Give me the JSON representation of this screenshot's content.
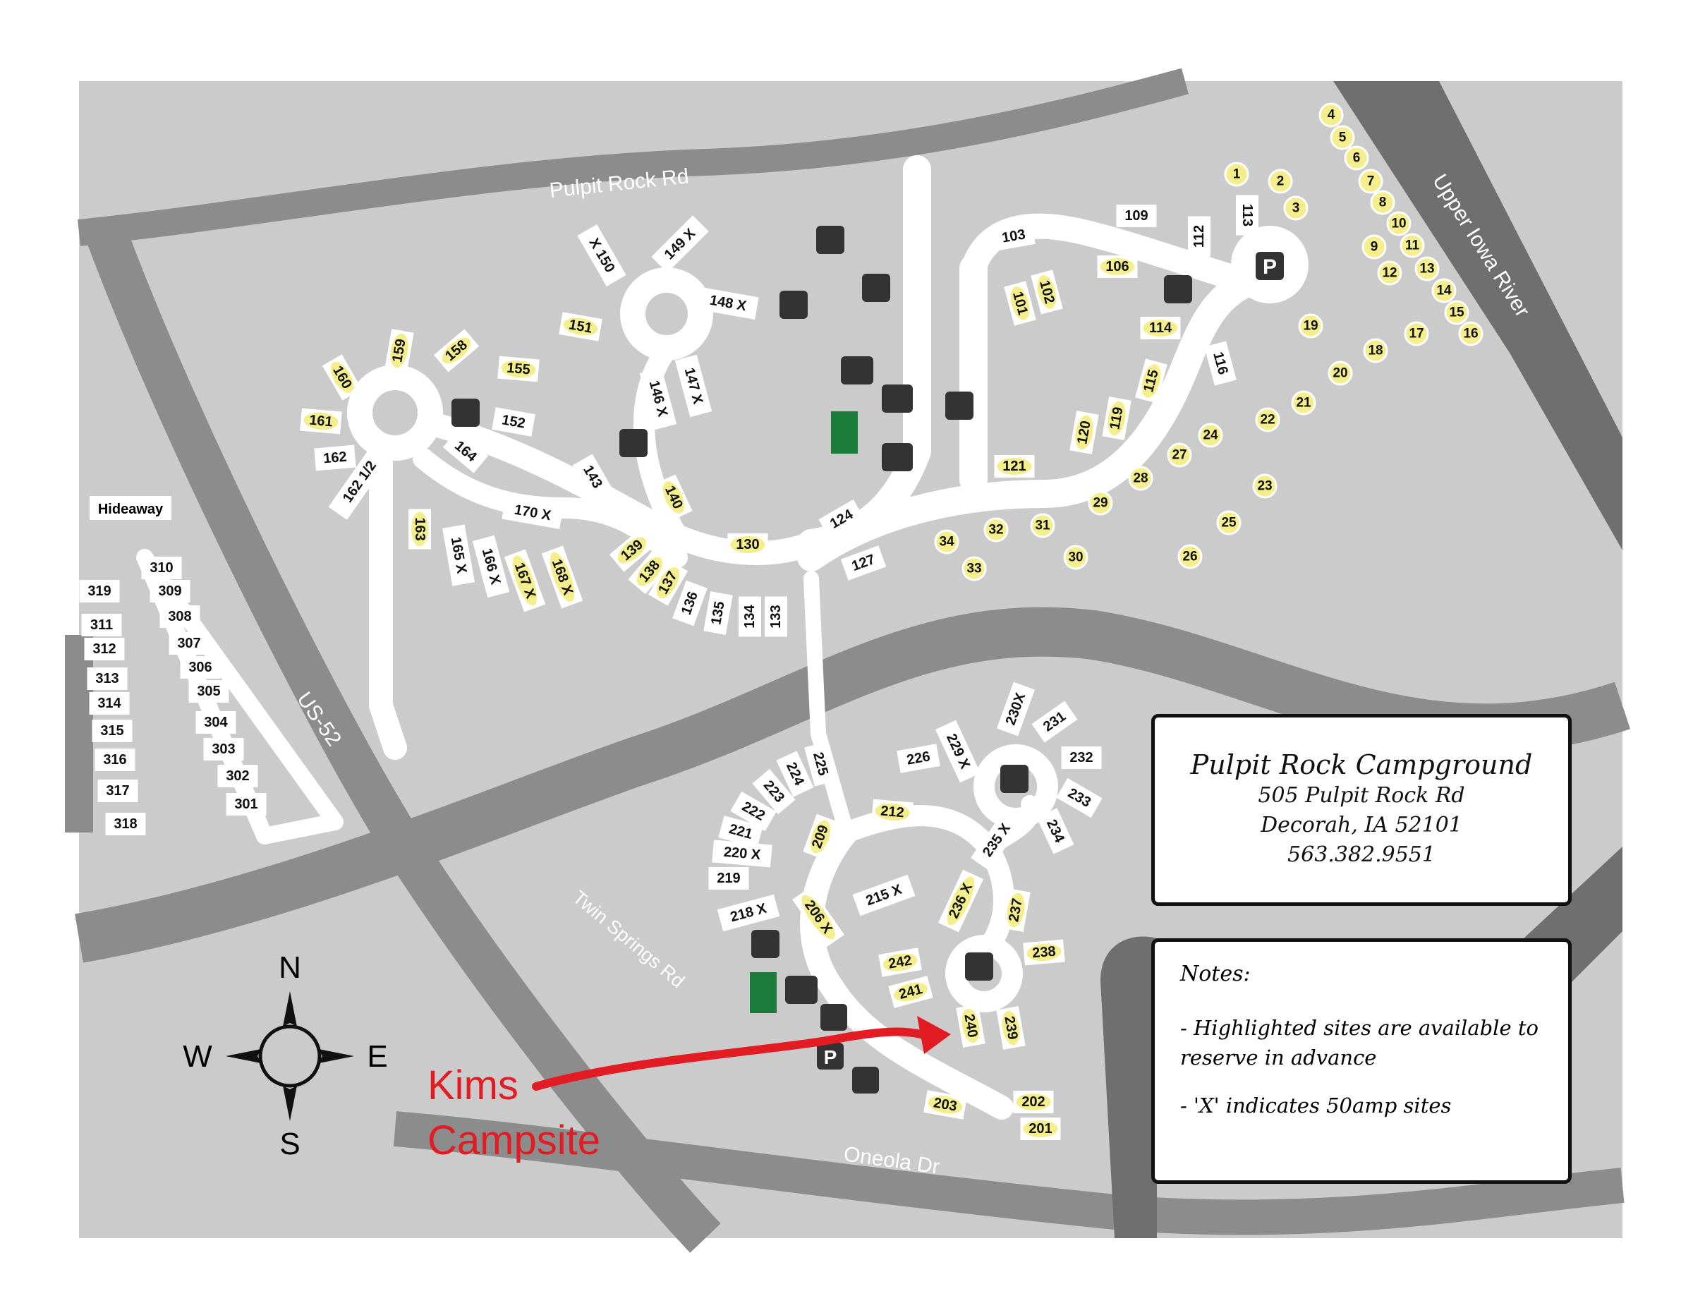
{
  "roads": {
    "pulpit_rock_rd": "Pulpit Rock Rd",
    "us52": "US-52",
    "twin_springs": "Twin Springs Rd",
    "oneola": "Oneola Dr",
    "river": "Upper Iowa River"
  },
  "hideaway_label": "Hideaway",
  "compass": {
    "n": "N",
    "s": "S",
    "e": "E",
    "w": "W"
  },
  "title_box": {
    "name": "Pulpit Rock Campground",
    "address": "505 Pulpit Rock Rd",
    "city": "Decorah, IA  52101",
    "phone": "563.382.9551"
  },
  "notes_box": {
    "heading": "Notes:",
    "note1": "- Highlighted sites are available to reserve in advance",
    "note2": "- 'X' indicates 50amp sites"
  },
  "annotation": {
    "line1": "Kims",
    "line2": "Campsite",
    "color": "#e31b23"
  },
  "colors": {
    "road": "#8a8a8a",
    "ground": "#cacaca",
    "path": "#ffffff",
    "highlight": "#f4ef8c"
  },
  "sites_highlighted": [
    "1",
    "2",
    "3",
    "4",
    "5",
    "6",
    "7",
    "8",
    "9",
    "10",
    "11",
    "12",
    "13",
    "14",
    "15",
    "16",
    "17",
    "18",
    "19",
    "20",
    "21",
    "22",
    "23",
    "24",
    "25",
    "26",
    "27",
    "28",
    "29",
    "30",
    "31",
    "32",
    "33",
    "34",
    "101",
    "102",
    "106",
    "114",
    "115",
    "119",
    "120",
    "121",
    "130",
    "137",
    "138",
    "139",
    "140",
    "151",
    "155",
    "158",
    "159",
    "160",
    "161",
    "163",
    "167 X",
    "168 X",
    "203",
    "206 X",
    "209",
    "212",
    "236 X",
    "237",
    "238",
    "239",
    "240",
    "241",
    "242",
    "201",
    "202"
  ],
  "sites_plain": [
    "103",
    "109",
    "112",
    "113",
    "116",
    "124",
    "127",
    "133",
    "134",
    "135",
    "136",
    "143",
    "146 X",
    "147 X",
    "148 X",
    "149 X",
    "X 150",
    "152",
    "162",
    "162 1/2",
    "164",
    "165 X",
    "166 X",
    "170 X",
    "201",
    "202",
    "215 X",
    "218 X",
    "219",
    "220 X",
    "221",
    "222",
    "223",
    "224",
    "225",
    "226",
    "229 X",
    "230X",
    "231",
    "232",
    "233",
    "234",
    "235 X",
    "301",
    "302",
    "303",
    "304",
    "305",
    "306",
    "307",
    "308",
    "309",
    "310",
    "311",
    "312",
    "313",
    "314",
    "315",
    "316",
    "317",
    "318",
    "319"
  ]
}
